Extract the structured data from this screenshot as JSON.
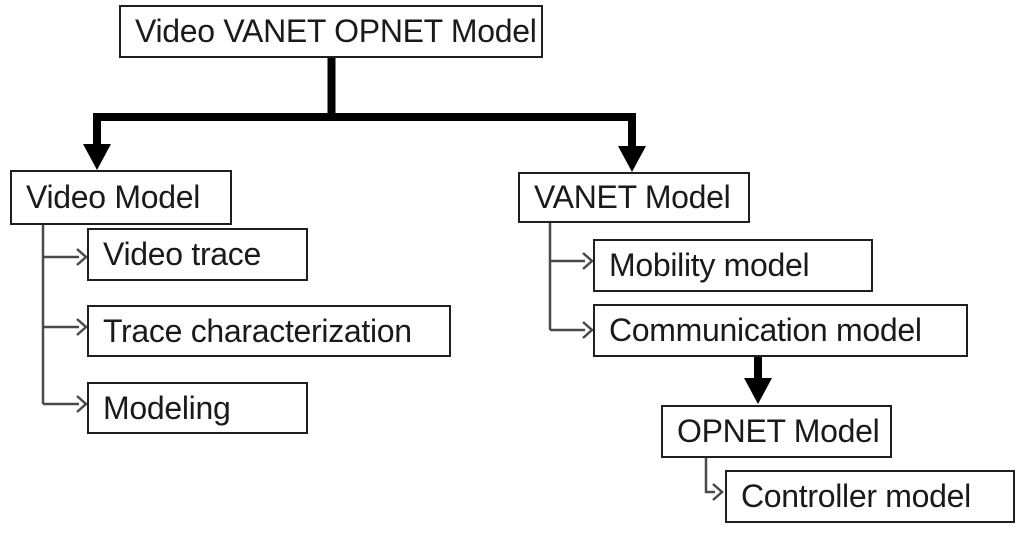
{
  "diagram": {
    "type": "hierarchy-flowchart",
    "nodes": {
      "root": "Video VANET OPNET Model",
      "video_model": "Video Model",
      "video_trace": "Video trace",
      "trace_characterization": "Trace characterization",
      "modeling": "Modeling",
      "vanet_model": "VANET Model",
      "mobility_model": "Mobility model",
      "communication_model": "Communication model",
      "opnet_model": "OPNET Model",
      "controller_model": "Controller model"
    },
    "edges": [
      {
        "from": "Video VANET OPNET Model",
        "to": "Video Model",
        "style": "thick-solid-arrow"
      },
      {
        "from": "Video VANET OPNET Model",
        "to": "VANET Model",
        "style": "thick-solid-arrow"
      },
      {
        "from": "Video Model",
        "to": "Video trace",
        "style": "thin-open-arrow"
      },
      {
        "from": "Video Model",
        "to": "Trace characterization",
        "style": "thin-open-arrow"
      },
      {
        "from": "Video Model",
        "to": "Modeling",
        "style": "thin-open-arrow"
      },
      {
        "from": "VANET Model",
        "to": "Mobility model",
        "style": "thin-open-arrow"
      },
      {
        "from": "VANET Model",
        "to": "Communication model",
        "style": "thin-open-arrow"
      },
      {
        "from": "Communication model",
        "to": "OPNET Model",
        "style": "thick-solid-arrow"
      },
      {
        "from": "OPNET Model",
        "to": "Controller model",
        "style": "thin-open-arrow"
      }
    ],
    "colors": {
      "background": "#ffffff",
      "box_fill": "#ffffff",
      "box_border": "#1f1f1f",
      "text": "#1a1a1a",
      "thick_line": "#000000",
      "thin_line": "#4a4a4a"
    }
  }
}
